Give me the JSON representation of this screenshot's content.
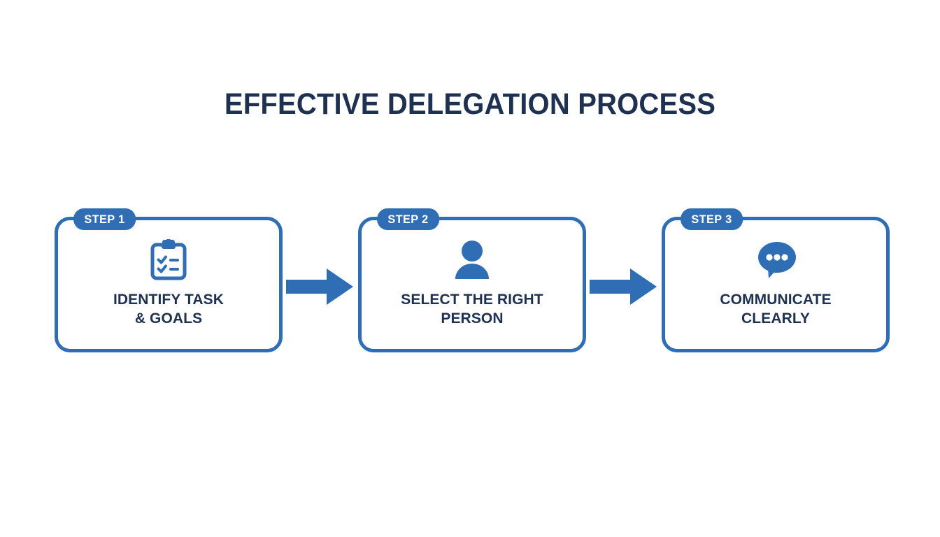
{
  "page": {
    "title": "EFFECTIVE DELEGATION PROCESS",
    "background_color": "#ffffff",
    "accent_color": "#2f6db4",
    "title_color": "#1f3150"
  },
  "steps": [
    {
      "badge": "STEP 1",
      "icon": "clipboard-checklist-icon",
      "label_line1": "IDENTIFY TASK",
      "label_line2": "& GOALS"
    },
    {
      "badge": "STEP 2",
      "icon": "person-icon",
      "label_line1": "SELECT THE RIGHT",
      "label_line2": "PERSON"
    },
    {
      "badge": "STEP 3",
      "icon": "speech-bubble-icon",
      "label_line1": "COMMUNICATE",
      "label_line2": "CLEARLY"
    }
  ],
  "connectors": [
    {
      "icon": "arrow-right-icon"
    },
    {
      "icon": "arrow-right-icon"
    }
  ]
}
